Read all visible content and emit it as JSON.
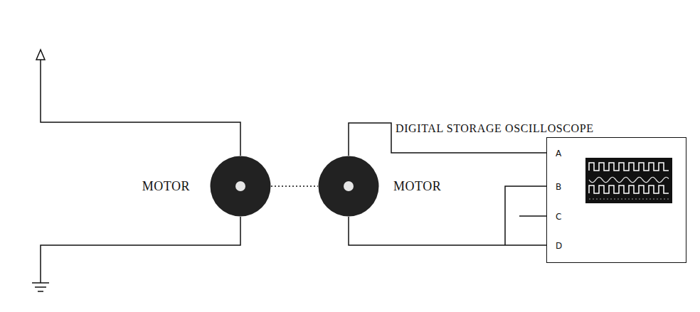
{
  "diagram": {
    "nodes": [
      {
        "text": [
          "MOTOR"
        ]
      },
      {
        "text": [
          "MOTOR"
        ]
      },
      {
        "text": [
          "DIGITAL STORAGE OSCILLOSCOPE",
          "A",
          "B",
          "C",
          "D"
        ]
      }
    ],
    "edges": [
      {
        "from": 0,
        "to": 1,
        "arrow": "none"
      },
      {
        "from": 1,
        "to": 2,
        "arrow": "none"
      },
      {
        "from": 1,
        "to": 2,
        "arrow": "none"
      }
    ]
  }
}
